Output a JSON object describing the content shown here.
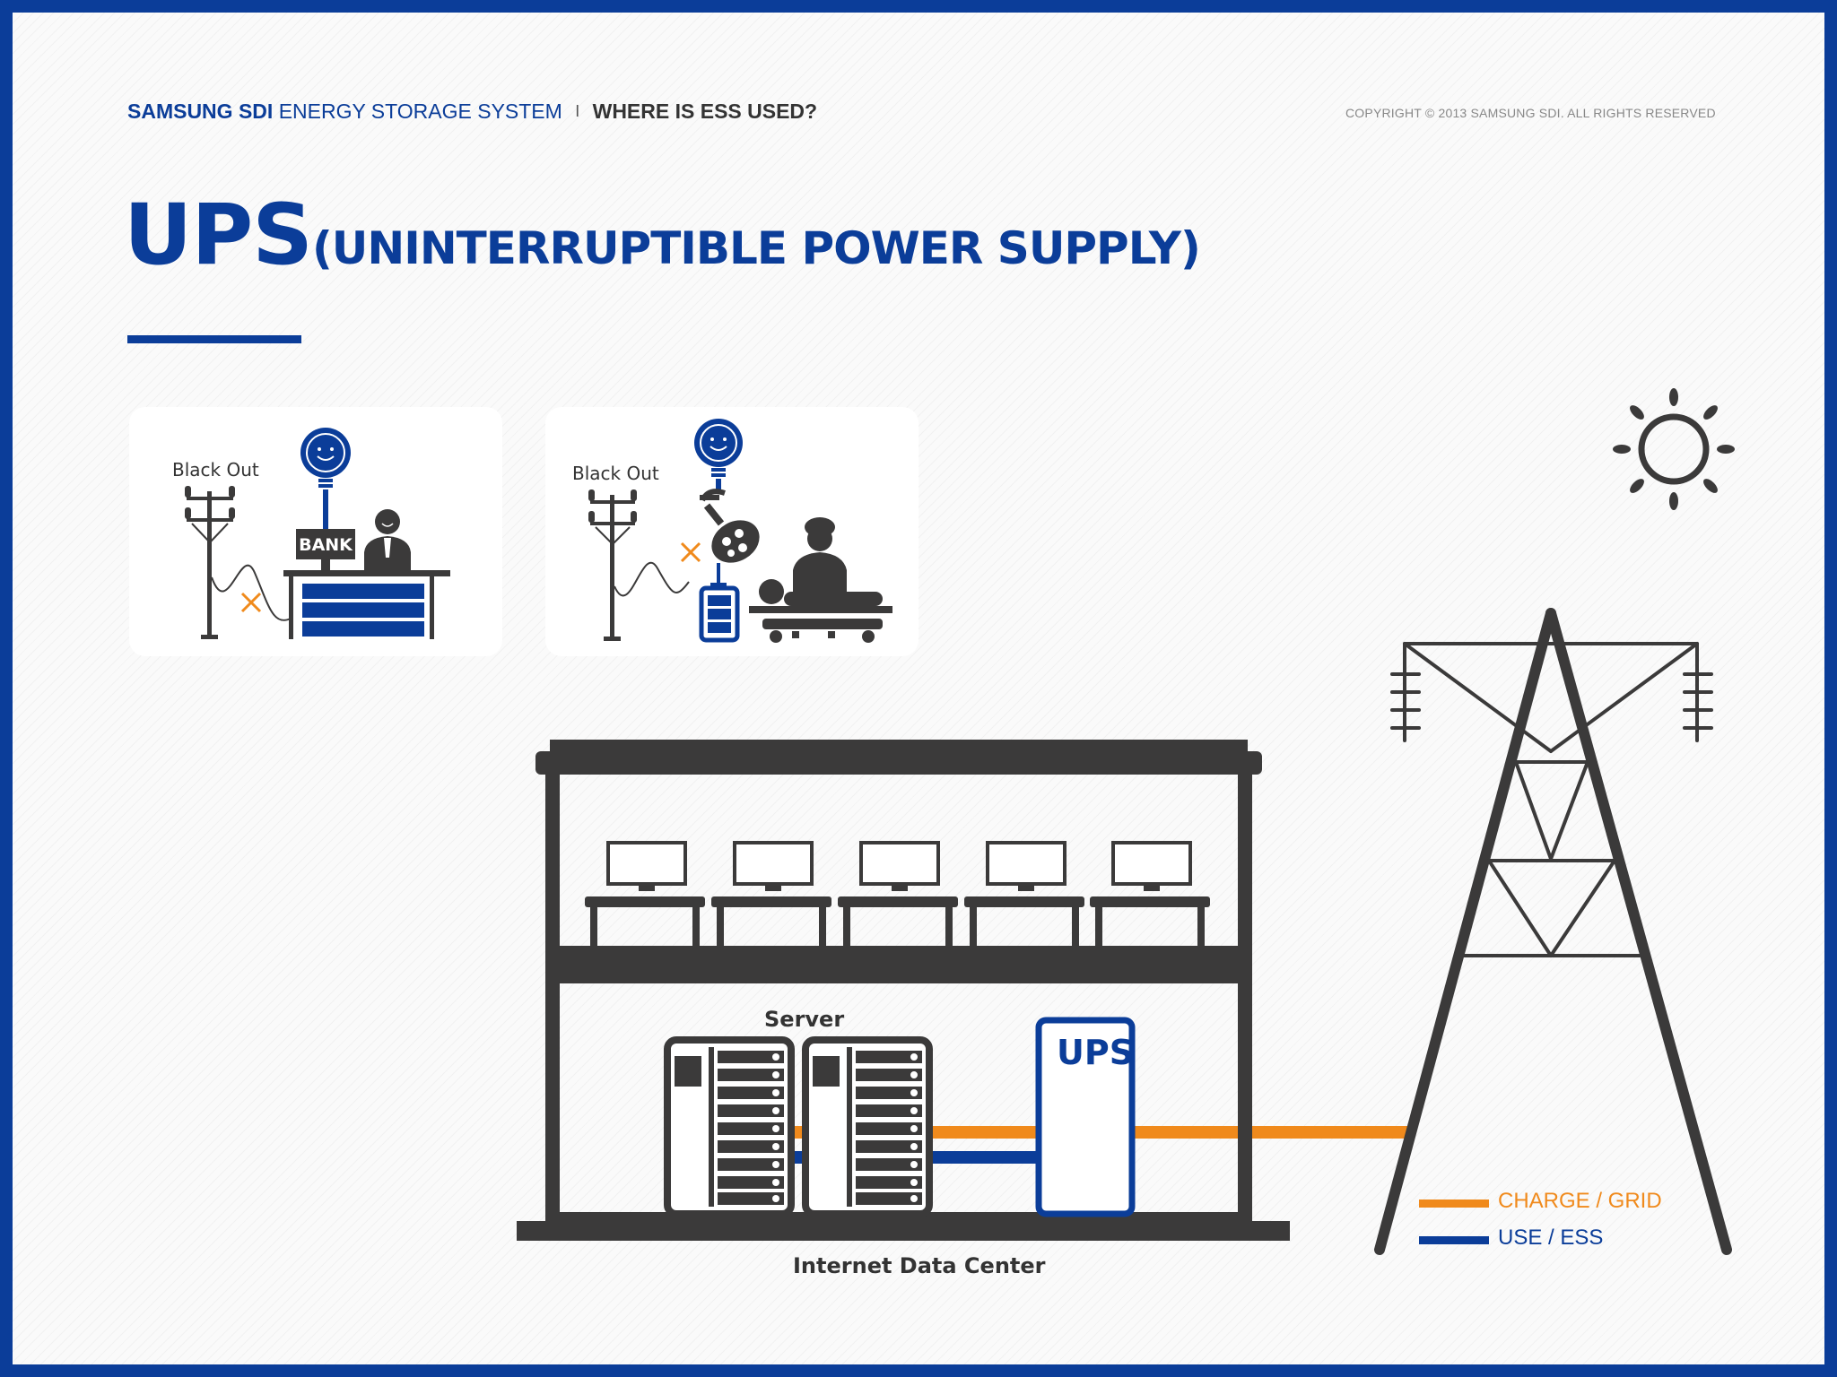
{
  "header": {
    "brand": "SAMSUNG SDI",
    "product": "ENERGY STORAGE SYSTEM",
    "separator": "I",
    "question": "WHERE IS ESS USED?",
    "copyright": "COPYRIGHT © 2013 SAMSUNG SDI. ALL RIGHTS RESERVED"
  },
  "title": {
    "main": "UPS",
    "sub": "(UNINTERRUPTIBLE POWER SUPPLY)"
  },
  "panels": [
    {
      "blackout_label": "Black Out",
      "sign_label": "BANK"
    },
    {
      "blackout_label": "Black Out"
    }
  ],
  "diagram": {
    "server_label": "Server",
    "ups_label": "UPS",
    "building_label": "Internet Data Center"
  },
  "legend": [
    {
      "label": "CHARGE / GRID",
      "color": "#f08a1c"
    },
    {
      "label": "USE / ESS",
      "color": "#0b3d99"
    }
  ],
  "colors": {
    "brand_blue": "#0b3d99",
    "orange": "#f08a1c",
    "dark": "#3b3a3a"
  }
}
